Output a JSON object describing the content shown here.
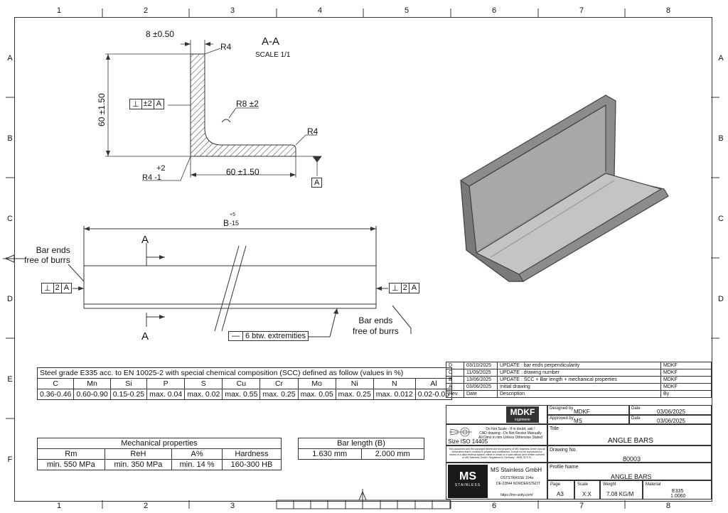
{
  "zones": {
    "columns": [
      "1",
      "2",
      "3",
      "4",
      "5",
      "6",
      "7",
      "8"
    ],
    "rows": [
      "A",
      "B",
      "C",
      "D",
      "E",
      "F"
    ]
  },
  "section_view": {
    "title": "A-A",
    "scale": "SCALE 1/1",
    "dim_thickness": "8 ±0.50",
    "radius_top": "R4",
    "dim_height": "60 ±1.50",
    "perp_sym": "⊥",
    "perp_tol": "±2",
    "perp_datum": "A",
    "inner_radius": "R8 ±2",
    "radius_right": "R4",
    "corner_tol_upper": "+2",
    "corner_radius": "R4  -1",
    "dim_width": "60 ±1.50",
    "datum": "A"
  },
  "side_view": {
    "length_dim": "B",
    "length_tol_upper": "+5",
    "length_tol_lower": "-15",
    "section_mark": "A",
    "bar_ends_left": [
      "Bar ends",
      "free of burrs"
    ],
    "bar_ends_right": [
      "Bar ends",
      "free of burrs"
    ],
    "perp_left": [
      "⊥",
      "2",
      "A"
    ],
    "perp_right": [
      "⊥",
      "2",
      "A"
    ],
    "flat_sym": "—",
    "flat_note": "6 btw. extremities"
  },
  "chemical": {
    "title": "Steel grade E335 acc. to EN 10025-2 with special chemical composition (SCC) defined as follow (values in %)",
    "headers": [
      "C",
      "Mn",
      "Si",
      "P",
      "S",
      "Cu",
      "Cr",
      "Mo",
      "Ni",
      "N",
      "Al"
    ],
    "values": [
      "0.36-0.46",
      "0.60-0.90",
      "0.15-0.25",
      "max. 0.04",
      "max. 0.02",
      "max. 0.55",
      "max. 0.25",
      "max. 0.05",
      "max. 0.25",
      "max. 0.012",
      "0.02-0.05"
    ]
  },
  "mechanical": {
    "title": "Mechanical properties",
    "headers": [
      "Rm",
      "ReH",
      "A%",
      "Hardness"
    ],
    "values": [
      "min. 550 MPa",
      "min. 350 MPa",
      "min. 14 %",
      "160-300 HB"
    ]
  },
  "bar_length": {
    "title": "Bar length (B)",
    "values": [
      "1.630 mm",
      "2.000 mm"
    ]
  },
  "revisions": [
    {
      "rev": "D",
      "date": "03/10/2025",
      "desc": "UPDATE : bar ends perpendicularity",
      "by": "MDKF"
    },
    {
      "rev": "C",
      "date": "11/09/2025",
      "desc": "UPDATE : drawing number",
      "by": "MDKF"
    },
    {
      "rev": "B",
      "date": "13/06/2025",
      "desc": "UPDATE : SCC + Bar length + mechanical properties",
      "by": "MDKF"
    },
    {
      "rev": "A",
      "date": "03/06/2025",
      "desc": "Initial drawing",
      "by": "MDKF"
    }
  ],
  "revision_headers": {
    "rev": "Rev.",
    "date": "Date",
    "desc": "Description",
    "by": "By"
  },
  "title_block": {
    "logo_text": "MDKF",
    "logo_sub": "ingénierie",
    "designed_by_label": "Designed by",
    "designed_by": "MDKF",
    "approved_by_label": "Approved by",
    "approved_by": "MS",
    "date_label": "Date",
    "date_designed": "03/06/2025",
    "date_approved": "03/06/2025",
    "size_label": "Size ISO 14405",
    "scale_note": [
      "Do Not Scale - If in doubt, ask !",
      "CAD drawing - Do Not Revise Manually",
      "All Dims in mm Unless Otherwise Stated"
    ],
    "copyright_note": "This document and the copyright therein are the property of MS Stainless GmbH and all information that it contains is private and confidential. It must not be reproduced or stored in a data retrieval system, either in whole or in part without prior written consent of MS Stainless GmbH. Registered in Germany - HRB 7870 FL",
    "title_label": "Title",
    "title": "ANGLE BARS",
    "drawing_no_label": "Drawing No.",
    "drawing_no": "80003",
    "company_logo": "MS",
    "company_logo_sub": "STAINLESS",
    "company": "MS Stainless GmbH",
    "street": "OSTSTRASSE 104a",
    "city": "DE-22844 NORDERSTEDT",
    "website": "https://ms-unity.com/",
    "profile_label": "Profile Name",
    "profile": "ANGLE BARS",
    "page_label": "Page",
    "page": "A3",
    "scale_label": "Scale",
    "scale": "X:X",
    "weight_label": "Weight",
    "weight": "7.08 KG/M",
    "material_label": "Material",
    "material_1": "E335",
    "material_2": "1.0060"
  }
}
